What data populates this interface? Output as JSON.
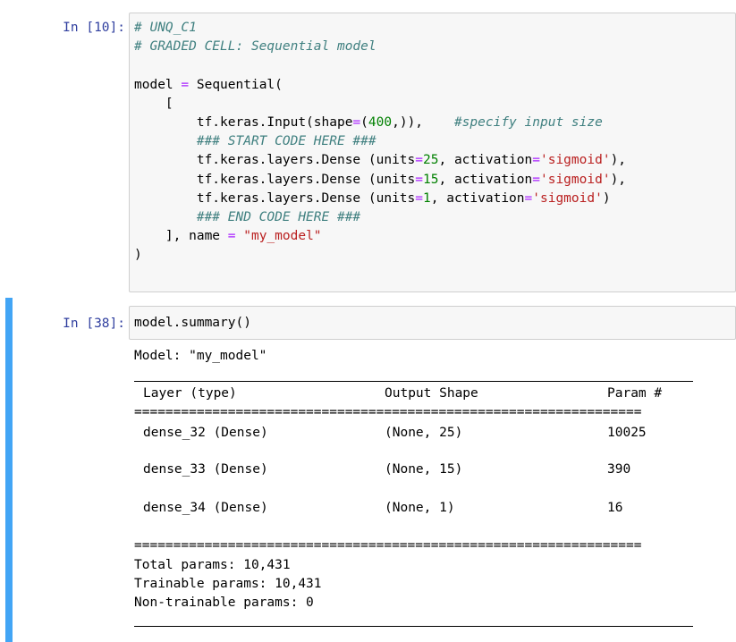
{
  "cell1": {
    "prompt": "In [10]:",
    "lines": {
      "l1": "# UNQ_C1",
      "l2": "# GRADED CELL: Sequential model",
      "l4_a": "model ",
      "l4_op": "=",
      "l4_b": " Sequential(",
      "l5": "    [",
      "l6_a": "        tf.keras.Input(shape",
      "l6_op": "=",
      "l6_b": "(",
      "l6_num": "400",
      "l6_c": ",)),    ",
      "l6_com": "#specify input size",
      "l7": "        ### START CODE HERE ###",
      "l8_a": "        tf.keras.layers.Dense (units",
      "l8_op1": "=",
      "l8_num": "25",
      "l8_b": ", activation",
      "l8_op2": "=",
      "l8_str": "'sigmoid'",
      "l8_c": "),",
      "l9_a": "        tf.keras.layers.Dense (units",
      "l9_op1": "=",
      "l9_num": "15",
      "l9_b": ", activation",
      "l9_op2": "=",
      "l9_str": "'sigmoid'",
      "l9_c": "),",
      "l10_a": "        tf.keras.layers.Dense (units",
      "l10_op1": "=",
      "l10_num": "1",
      "l10_b": ", activation",
      "l10_op2": "=",
      "l10_str": "'sigmoid'",
      "l10_c": ")",
      "l11": "        ### END CODE HERE ###",
      "l12_a": "    ], name ",
      "l12_op": "=",
      "l12_str": " \"my_model\"",
      "l13": ")"
    }
  },
  "cell2": {
    "prompt": "In [38]:",
    "code": "model.summary()",
    "output": {
      "model_line": "Model: \"my_model\"",
      "headers": [
        "Layer (type)",
        "Output Shape",
        "Param #"
      ],
      "double_rule": "=================================================================",
      "rows": [
        {
          "layer": "dense_32 (Dense)",
          "shape": "(None, 25)",
          "params": "10025"
        },
        {
          "layer": "dense_33 (Dense)",
          "shape": "(None, 15)",
          "params": "390"
        },
        {
          "layer": "dense_34 (Dense)",
          "shape": "(None, 1)",
          "params": "16"
        }
      ],
      "total": "Total params: 10,431",
      "trainable": "Trainable params: 10,431",
      "non_trainable": "Non-trainable params: 0"
    }
  }
}
